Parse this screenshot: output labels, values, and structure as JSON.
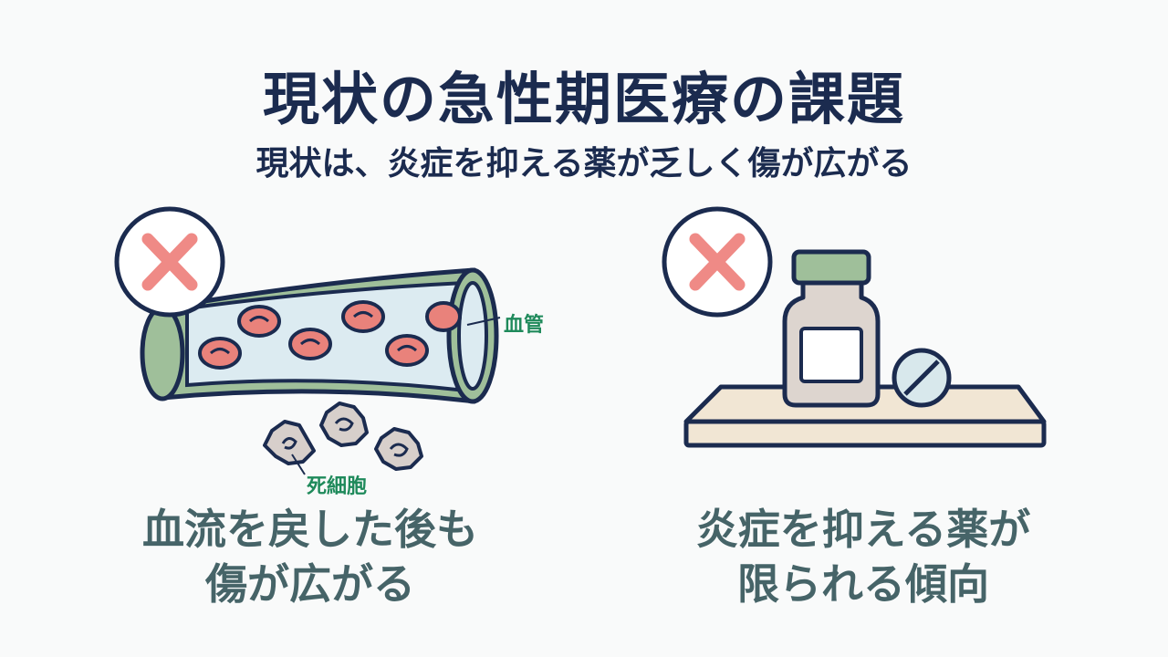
{
  "title": "現状の急性期医療の課題",
  "subtitle": "現状は、炎症を抑える薬が乏しく傷が広がる",
  "left_panel": {
    "vessel_label": "血管",
    "dead_cell_label": "死細胞",
    "caption_line1": "血流を戻した後も",
    "caption_line2": "傷が広がる"
  },
  "right_panel": {
    "caption_line1": "炎症を抑える薬が",
    "caption_line2": "限られる傾向"
  },
  "colors": {
    "title": "#1b2b4f",
    "caption": "#466468",
    "label_green": "#1f8a5b",
    "x_mark": "#ef8a86",
    "vessel_wall": "#9fbf9a",
    "vessel_inner": "#dcebf1",
    "blood_cell": "#e9827b",
    "dead_cell": "#d7cfcb",
    "bottle": "#ddd5cf",
    "cap": "#9fbf9a",
    "tray": "#f1e6d4",
    "pill": "#d8e8ec",
    "outline": "#1b2b4f"
  }
}
